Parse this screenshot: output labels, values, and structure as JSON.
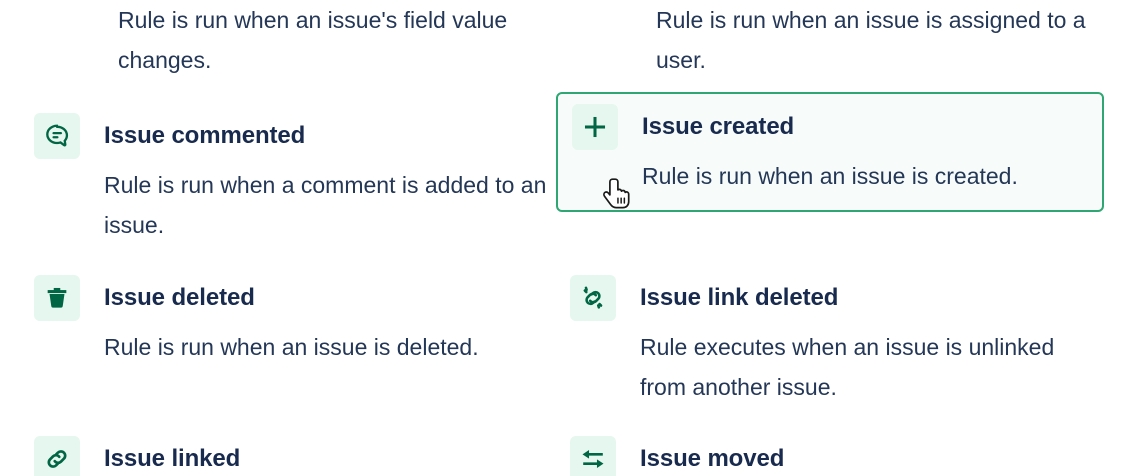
{
  "page": {
    "title": "Automation rule trigger picker",
    "icon_color": "#006644",
    "icon_tile_bg": "#e6f7ef",
    "text_color": "#172b4d",
    "selected_border_color": "#2ea772",
    "selected_bg_color": "#f7fcfa",
    "cursor": "pointer-hand-cursor"
  },
  "columns": {
    "left": {
      "continuation_text": "Rule is run when an issue's field value changes.",
      "items": [
        {
          "icon": "comment-bubble-icon",
          "title": "Issue commented",
          "description": "Rule is run when a comment is added to an issue.",
          "selected": false
        },
        {
          "icon": "trash-can-icon",
          "title": "Issue deleted",
          "description": "Rule is run when an issue is deleted.",
          "selected": false
        },
        {
          "icon": "chain-link-icon",
          "title": "Issue linked",
          "description": "",
          "selected": false
        }
      ]
    },
    "right": {
      "continuation_text": "Rule is run when an issue is assigned to a user.",
      "items": [
        {
          "icon": "plus-icon",
          "title": "Issue created",
          "description": "Rule is run when an issue is created.",
          "selected": true
        },
        {
          "icon": "broken-link-icon",
          "title": "Issue link deleted",
          "description": "Rule executes when an issue is unlinked from another issue.",
          "selected": false
        },
        {
          "icon": "move-arrows-icon",
          "title": "Issue moved",
          "description": "",
          "selected": false
        }
      ]
    }
  }
}
